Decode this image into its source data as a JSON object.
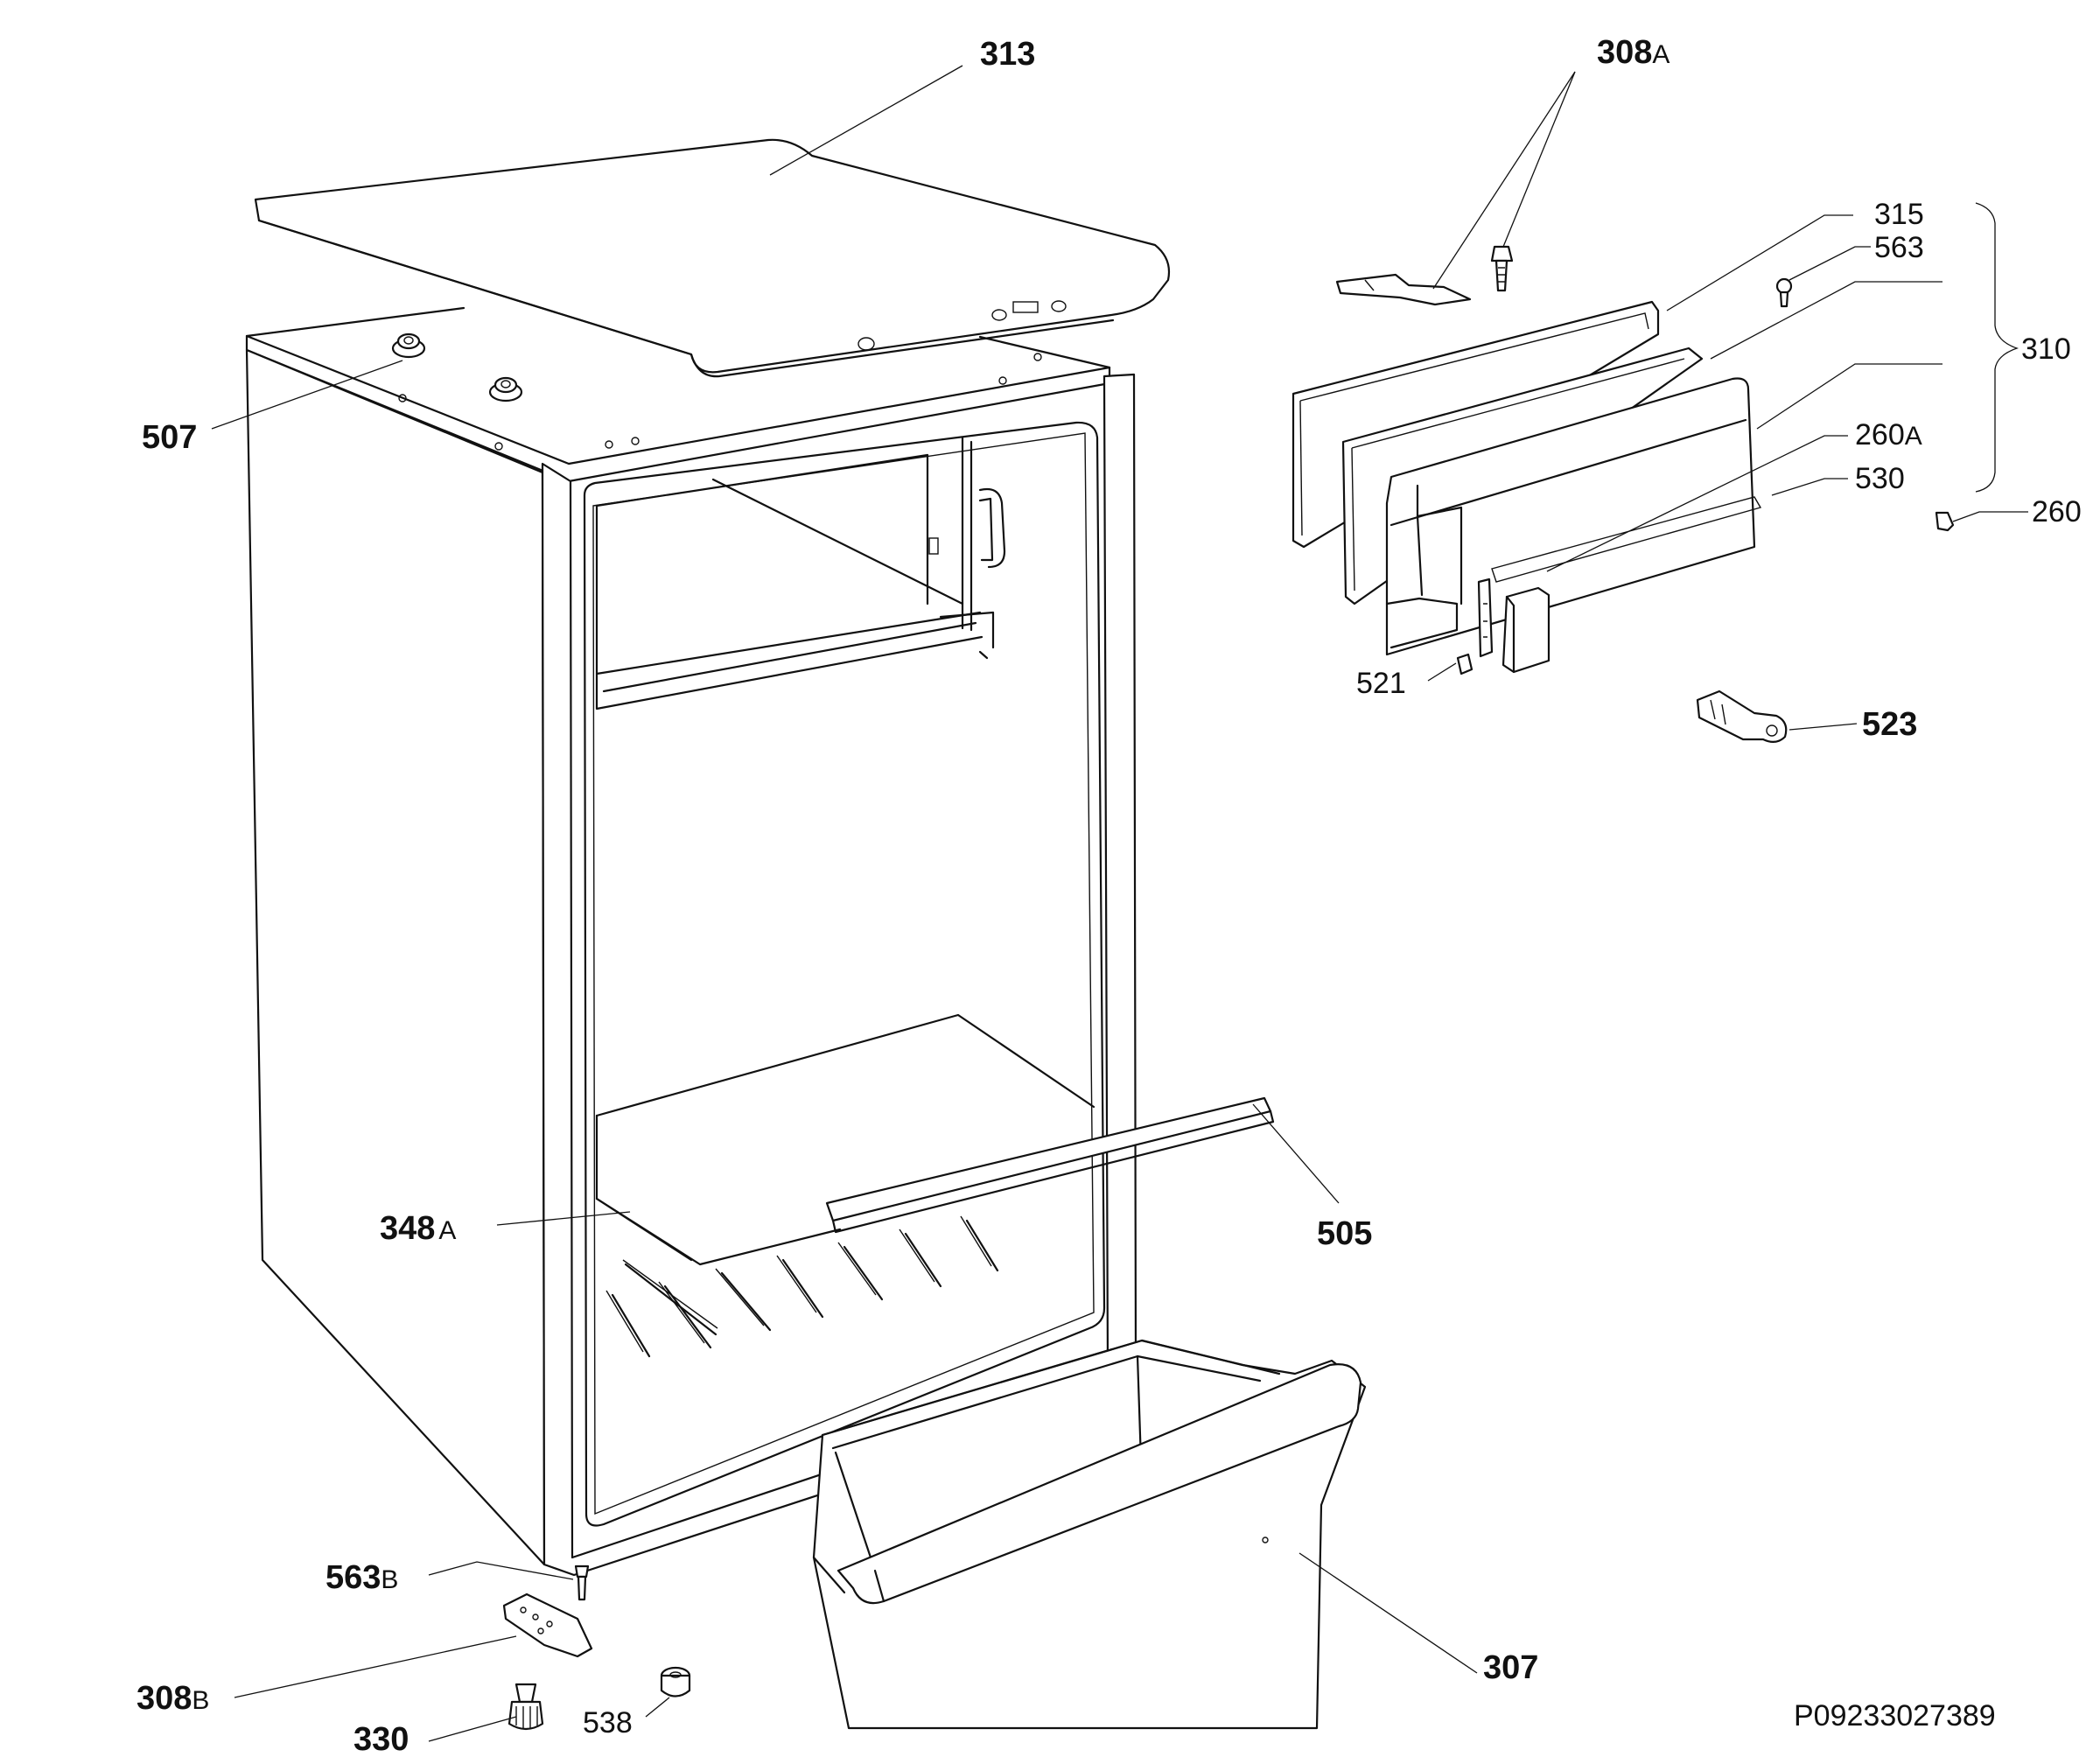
{
  "labels": {
    "l313": {
      "num": "313",
      "suffix": ""
    },
    "l308a": {
      "num": "308",
      "suffix": "A"
    },
    "l315": {
      "num": "315",
      "suffix": ""
    },
    "l563": {
      "num": "563",
      "suffix": ""
    },
    "l310": {
      "num": "310",
      "suffix": ""
    },
    "l260a": {
      "num": "260",
      "suffix": "A"
    },
    "l530": {
      "num": "530",
      "suffix": ""
    },
    "l260": {
      "num": "260",
      "suffix": ""
    },
    "l507": {
      "num": "507",
      "suffix": ""
    },
    "l521": {
      "num": "521",
      "suffix": ""
    },
    "l523": {
      "num": "523",
      "suffix": ""
    },
    "l348a": {
      "num": "348",
      "suffix": "A"
    },
    "l505": {
      "num": "505",
      "suffix": ""
    },
    "l563b": {
      "num": "563",
      "suffix": "B"
    },
    "l308b": {
      "num": "308",
      "suffix": "B"
    },
    "l307": {
      "num": "307",
      "suffix": ""
    },
    "l330": {
      "num": "330",
      "suffix": ""
    },
    "l538": {
      "num": "538",
      "suffix": ""
    }
  },
  "reference_code": "P09233027389"
}
